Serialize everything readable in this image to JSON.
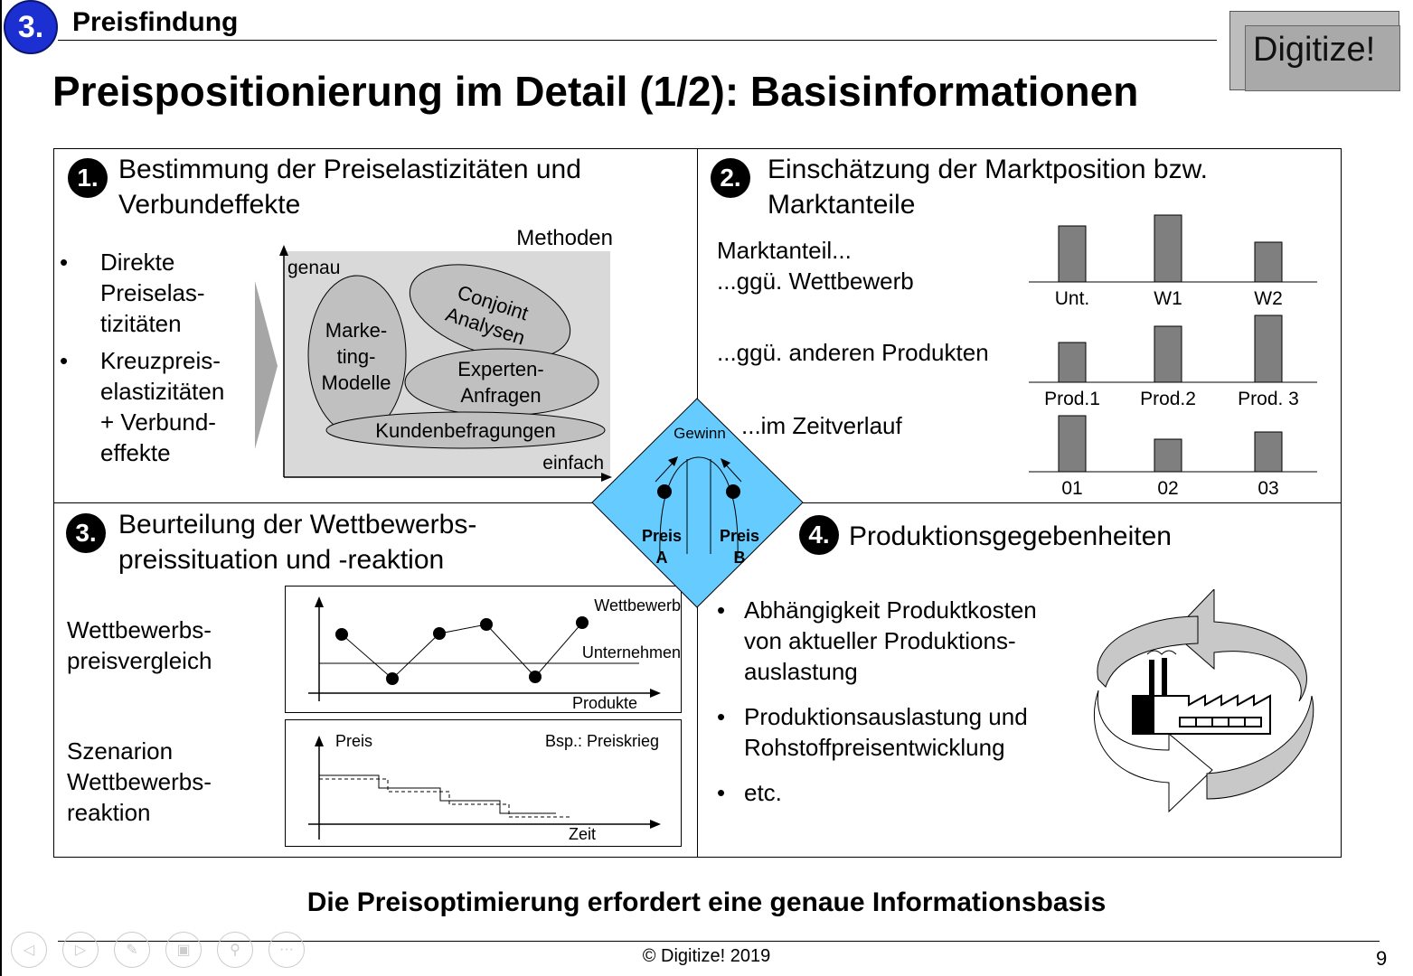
{
  "header": {
    "section_number": "3.",
    "section_title": "Preisfindung",
    "logo": "Digitize!",
    "page_title": "Preispositionierung im Detail (1/2): Basisinformationen"
  },
  "q1": {
    "number": "1.",
    "title_line1": "Bestimmung der Preiselastizitäten und",
    "title_line2": "Verbundeffekte",
    "bullets": [
      [
        "Direkte",
        "Preiselas-",
        "tizitäten"
      ],
      [
        "Kreuzpreis-",
        "elastizitäten",
        "+ Verbund-",
        "effekte"
      ]
    ],
    "methods_label": "Methoden",
    "y_label": "genau",
    "x_label": "einfach",
    "ellipse_marketing": [
      "Marke-",
      "ting-",
      "Modelle"
    ],
    "ellipse_conjoint": [
      "Conjoint",
      "Analysen"
    ],
    "ellipse_experten": [
      "Experten-",
      "Anfragen"
    ],
    "ellipse_kunden": "Kundenbefragungen"
  },
  "q2": {
    "number": "2.",
    "title_line1": "Einschätzung der Marktposition bzw.",
    "title_line2": "Marktanteile",
    "label_marktanteil": "Marktanteil...",
    "label_wettbewerb": "...ggü. Wettbewerb",
    "label_produkte": "...ggü. anderen Produkten",
    "label_zeit": "...im Zeitverlauf",
    "chart_data": [
      {
        "type": "bar",
        "categories": [
          "Unt.",
          "W1",
          "W2"
        ],
        "values": [
          62,
          74,
          44
        ]
      },
      {
        "type": "bar",
        "categories": [
          "Prod.1",
          "Prod.2",
          "Prod. 3"
        ],
        "values": [
          44,
          62,
          74
        ]
      },
      {
        "type": "bar",
        "categories": [
          "01",
          "02",
          "03"
        ],
        "values": [
          62,
          36,
          44
        ]
      }
    ]
  },
  "center": {
    "gewinn": "Gewinn",
    "preis_a": [
      "Preis",
      "A"
    ],
    "preis_b": [
      "Preis",
      "B"
    ],
    "fill_color": "#66ccff"
  },
  "q3": {
    "number": "3.",
    "title_line1": "Beurteilung der Wettbewerbs-",
    "title_line2": "preissituation und -reaktion",
    "label_vergleich": [
      "Wettbewerbs-",
      "preisvergleich"
    ],
    "label_szenario": [
      "Szenarion",
      "Wettbewerbs-",
      "reaktion"
    ],
    "chart1_wettbewerb": "Wettbewerb",
    "chart1_unternehmen": "Unternehmen",
    "chart1_produkte": "Produkte",
    "chart2_preis": "Preis",
    "chart2_bsp": "Bsp.: Preiskrieg",
    "chart2_zeit": "Zeit"
  },
  "q4": {
    "number": "4.",
    "title": "Produktionsgegebenheiten",
    "bullets": [
      [
        "Abhängigkeit Produktkosten",
        "von aktueller Produktions-",
        "auslastung"
      ],
      [
        "Produktionsauslastung und",
        "Rohstoffpreisentwicklung"
      ],
      [
        "etc."
      ]
    ]
  },
  "footer": {
    "message": "Die Preisoptimierung erfordert eine genaue Informationsbasis",
    "copyright": "© Digitize! 2019",
    "page_number": "9"
  },
  "nav": [
    "prev-icon",
    "next-icon",
    "pen-icon",
    "slides-icon",
    "zoom-icon",
    "more-icon"
  ]
}
